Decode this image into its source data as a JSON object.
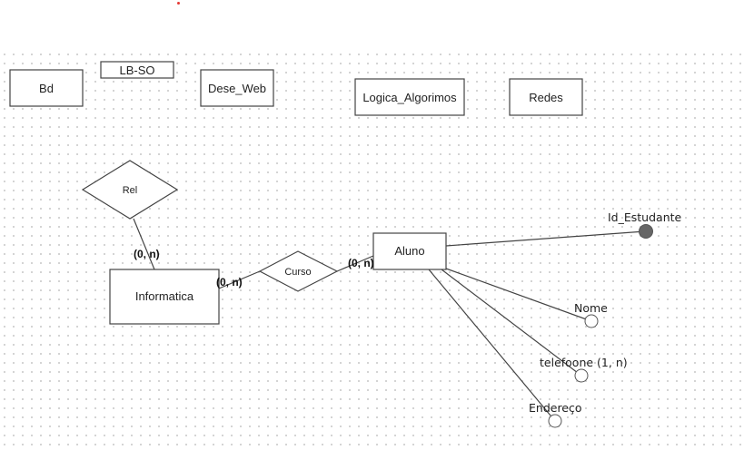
{
  "colors": {
    "stroke": "#444444",
    "accent": "#e53935",
    "key_fill": "#666666"
  },
  "boxes": {
    "bd": "Bd",
    "lb_so": "LB-SO",
    "dese_web": "Dese_Web",
    "logica": "Logica_Algorimos",
    "redes": "Redes"
  },
  "entities": {
    "informatica": "Informatica",
    "aluno": "Aluno"
  },
  "relationships": {
    "rel": "Rel",
    "curso": "Curso"
  },
  "cardinalities": {
    "rel_informatica": "(0, n)",
    "informatica_curso": "(0, n)",
    "curso_aluno": "(0, n)"
  },
  "attributes": {
    "id_estudante": "Id_Estudante",
    "nome": "Nome",
    "telefoone": "telefoone (1, n)",
    "endereco": "Endereço"
  }
}
